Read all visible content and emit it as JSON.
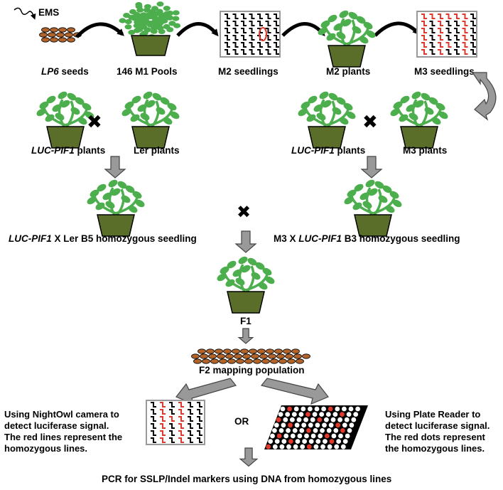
{
  "labels": {
    "ems": "EMS",
    "lp6_seeds": "LP6",
    "lp6_seeds_suffix": " seeds",
    "m1_pools": "146 M1 Pools",
    "m2_seedlings": "M2 seedlings",
    "m2_plants": "M2 plants",
    "m3_seedlings": "M3 seedlings",
    "luc_pif1_left": "LUC-PIF1",
    "plants_suffix_left": " plants",
    "ler_plants": "Ler plants",
    "luc_pif1_right": "LUC-PIF1",
    "plants_suffix_right": " plants",
    "m3_plants": "M3 plants",
    "left_cross_italic": "LUC-PIF1",
    "left_cross_rest": " X Ler B5 homozygous seedling",
    "right_cross_prefix": "M3 X ",
    "right_cross_italic": "LUC-PIF1",
    "right_cross_rest": " B3 homozygous seedling",
    "f1": "F1",
    "f2": "F2 mapping population",
    "or": "OR",
    "pcr": "PCR for SSLP/Indel markers using DNA from homozygous lines"
  },
  "left_method": [
    "Using NightOwl camera to",
    "detect luciferase signal.",
    "The red lines represent the",
    "homozygous lines."
  ],
  "right_method": [
    "Using Plate Reader to",
    "detect luciferase signal.",
    "The red dots represent",
    "the homozygous lines."
  ],
  "colors": {
    "leaf": "#4cae4c",
    "pot": "#5a6e2a",
    "seed": "#b3642a",
    "mark": "#e0382a",
    "arrow_fill": "#999999"
  }
}
